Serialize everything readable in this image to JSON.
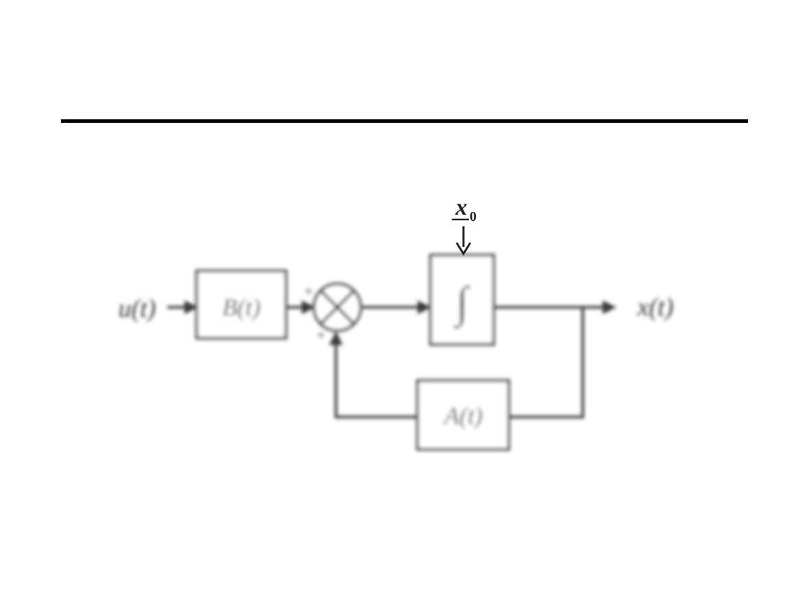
{
  "diagram": {
    "input_signal": "u(t)",
    "input_matrix_block": "B(t)",
    "summing_junction_signs": [
      "+",
      "+"
    ],
    "integrator_symbol": "∫",
    "initial_condition": "x",
    "initial_condition_subscript": "0",
    "output_signal": "x(t)",
    "feedback_matrix_block": "A(t)"
  },
  "colors": {
    "line": "#3a3a3a",
    "rule": "#000000",
    "background": "#ffffff"
  }
}
